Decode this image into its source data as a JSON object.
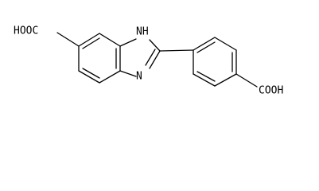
{
  "molecule": {
    "labels": {
      "cooh_left": "HOOC",
      "nh": "NH",
      "n": "N",
      "cooh_right": "COOH"
    },
    "colors": {
      "bond": "#000000",
      "text": "#000000",
      "background": "#ffffff"
    }
  }
}
